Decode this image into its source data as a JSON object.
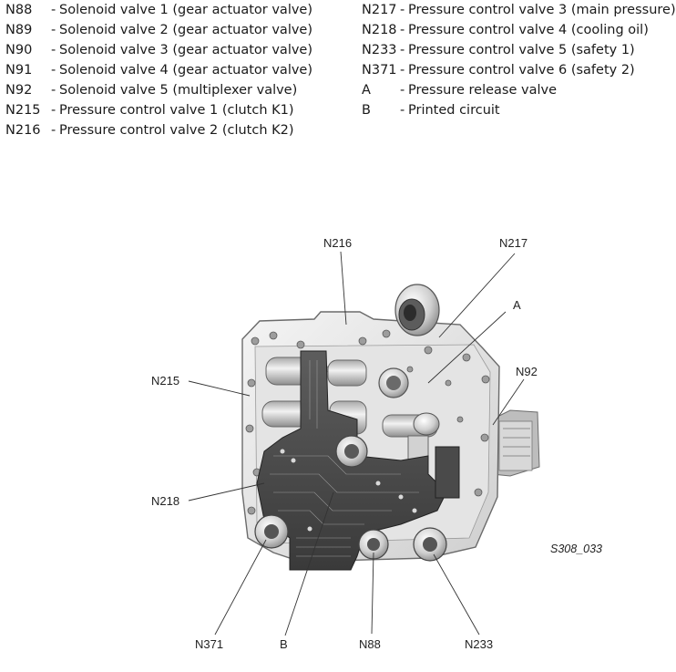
{
  "legend": {
    "left": [
      {
        "code": "N88",
        "desc": "Solenoid valve 1 (gear actuator valve)"
      },
      {
        "code": "N89",
        "desc": "Solenoid valve 2 (gear actuator valve)"
      },
      {
        "code": "N90",
        "desc": "Solenoid valve 3 (gear actuator valve)"
      },
      {
        "code": "N91",
        "desc": "Solenoid valve 4 (gear actuator valve)"
      },
      {
        "code": "N92",
        "desc": "Solenoid valve 5 (multiplexer valve)"
      },
      {
        "code": "N215",
        "desc": "Pressure control valve 1 (clutch K1)"
      },
      {
        "code": "N216",
        "desc": "Pressure control valve 2 (clutch K2)"
      }
    ],
    "right": [
      {
        "code": "N217",
        "desc": "Pressure control valve 3 (main pressure)"
      },
      {
        "code": "N218",
        "desc": "Pressure control valve 4 (cooling oil)"
      },
      {
        "code": "N233",
        "desc": "Pressure control valve 5 (safety 1)"
      },
      {
        "code": "N371",
        "desc": "Pressure control valve 6 (safety 2)"
      },
      {
        "code": "A",
        "desc": "Pressure release valve"
      },
      {
        "code": "B",
        "desc": "Printed circuit"
      }
    ],
    "separator": "-"
  },
  "diagram": {
    "callouts": {
      "n216": "N216",
      "n217": "N217",
      "a": "A",
      "n92": "N92",
      "n215": "N215",
      "n218": "N218",
      "n371": "N371",
      "b": "B",
      "n88": "N88",
      "n233": "N233"
    },
    "figure_ref": "S308_033"
  }
}
